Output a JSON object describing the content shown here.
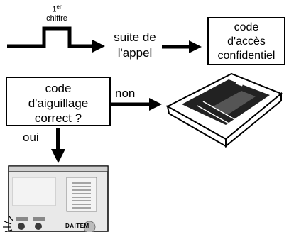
{
  "pulse": {
    "label_sup": "er",
    "label_num": "1",
    "label_word": "chiffre"
  },
  "step_call": {
    "line1": "suite de",
    "line2": "l'appel"
  },
  "box_code_access": {
    "line1": "code",
    "line2": "d'accès",
    "line3": "confidentiel"
  },
  "box_routing": {
    "line1": "code",
    "line2": "d'aiguillage",
    "line3": "correct ?"
  },
  "branch_no": {
    "label": "non"
  },
  "branch_yes": {
    "label": "oui"
  },
  "device_panel": {
    "brand": "DAITEM"
  },
  "colors": {
    "line": "#000000",
    "device_body": "#e9e9e9",
    "device_dark": "#3a3a3a"
  },
  "icons": {
    "answering_machine": "answering-machine-icon",
    "alarm_panel": "alarm-control-panel-icon"
  }
}
